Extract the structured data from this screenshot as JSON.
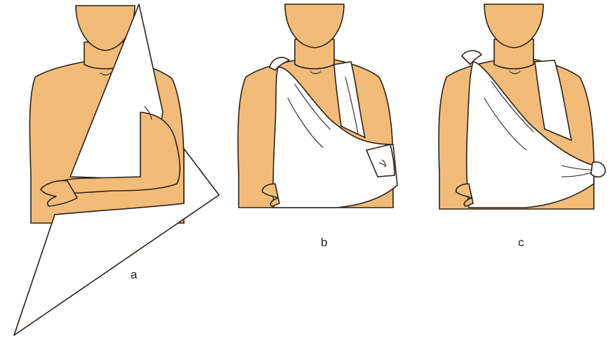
{
  "figure": {
    "panels": [
      {
        "id": "a",
        "label": "a"
      },
      {
        "id": "b",
        "label": "b"
      },
      {
        "id": "c",
        "label": "c"
      }
    ]
  },
  "colors": {
    "skin": "#f2bc78",
    "bandage": "#ffffff",
    "line": "#2a2118",
    "background": "#ffffff"
  }
}
